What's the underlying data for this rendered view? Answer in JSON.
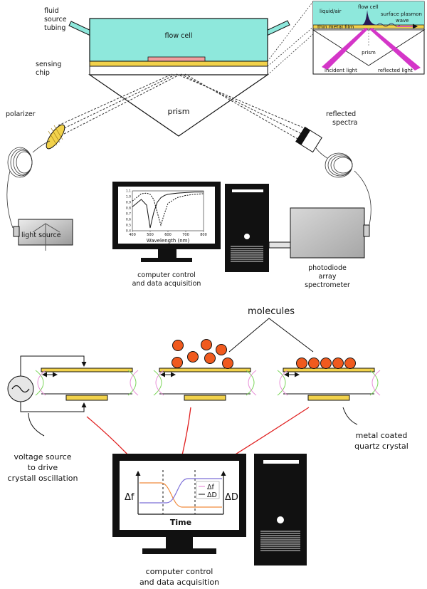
{
  "spr": {
    "labels": {
      "fluid_source_tubing": [
        "fluid",
        "source",
        "tubing"
      ],
      "flow_cell": "flow cell",
      "sensing_chip": [
        "sensing",
        "chip"
      ],
      "prism": "prism",
      "polarizer": "polarizer",
      "reflected_spectra": [
        "reflected",
        "spectra"
      ],
      "light_source": "light source",
      "computer": [
        "computer control",
        "and data acquisition"
      ],
      "spectrometer": [
        "photodiode",
        "array",
        "spectrometer"
      ]
    },
    "inset": {
      "liquid_air": "liquid/air",
      "flow_cell": "flow cell",
      "thin_metal_film": "thin metal film",
      "surface_plasmon": "surface plasmon",
      "wave": "wave",
      "prism": "prism",
      "incident_light": "incident light",
      "reflected_light": "reflected light"
    },
    "monitor_plot": {
      "xlabel": "Wavelength (nm)",
      "xticks": [
        "400",
        "500",
        "600",
        "700",
        "800"
      ],
      "yticks": [
        "1.1",
        "1.0",
        "0.9",
        "0.8",
        "0.7",
        "0.6",
        "0.5",
        "0.4"
      ],
      "x": [
        400,
        450,
        480,
        500,
        520,
        540,
        560,
        580,
        600,
        650,
        700,
        750,
        800
      ],
      "series": [
        {
          "style": "solid",
          "values": [
            0.82,
            0.95,
            0.85,
            0.45,
            0.72,
            0.9,
            0.98,
            1.02,
            1.04,
            1.06,
            1.07,
            1.08,
            1.08
          ]
        },
        {
          "style": "dashed",
          "values": [
            0.92,
            1.05,
            1.06,
            1.04,
            0.95,
            0.72,
            0.5,
            0.7,
            0.88,
            0.98,
            1.02,
            1.04,
            1.05
          ]
        }
      ]
    }
  },
  "qcm": {
    "molecules_label": "molecules",
    "voltage_label": [
      "voltage source",
      "to drive",
      "crystall oscillation"
    ],
    "crystal_label": [
      "metal coated",
      "quartz crystal"
    ],
    "computer": [
      "computer control",
      "and data acquisition"
    ],
    "plot": {
      "ylabel_left": "Δf",
      "ylabel_right": "ΔD",
      "xlabel": "Time",
      "legend": [
        "Δf",
        "ΔD"
      ]
    }
  },
  "colors": {
    "flow_cell": "#8ee8dc",
    "gold": "#f2d24b",
    "chip": "#f0a0a0",
    "laser": "#d436c8",
    "molecule": "#f05a1e",
    "arrow": "#e02020",
    "df_line": "#f08a3c",
    "dd_line": "#7c6fd8",
    "crystal_green": "#7cd65a",
    "crystal_pink": "#e890d8"
  }
}
